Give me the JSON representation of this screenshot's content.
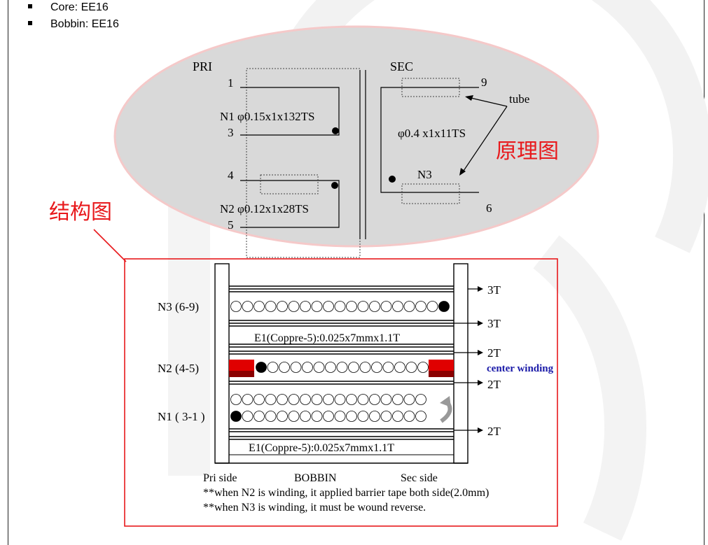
{
  "bullets": [
    "Core: EE16",
    "Bobbin: EE16"
  ],
  "schematic": {
    "pri_label": "PRI",
    "sec_label": "SEC",
    "pin1": "1",
    "pin3": "3",
    "pin4": "4",
    "pin5": "5",
    "pin6": "6",
    "pin9": "9",
    "n1_spec": "N1 φ0.15x1x132TS",
    "n2_spec": "N2 φ0.12x1x28TS",
    "sec_spec": "φ0.4 x1x11TS",
    "n3_label": "N3",
    "tube_label": "tube",
    "annotation": "原理图"
  },
  "structure": {
    "annotation": "结构图",
    "n3_label": "N3 (6-9)",
    "n2_label": "N2 (4-5)",
    "n1_label": "N1 ( 3-1 )",
    "tape_3t_a": "3T",
    "tape_3t_b": "3T",
    "tape_2t_a": "2T",
    "tape_2t_b": "2T",
    "tape_2t_c": "2T",
    "center_winding": "center winding",
    "e1_top": "E1(Coppre-5):0.025x7mmx1.1T",
    "e1_bottom": "E1(Coppre-5):0.025x7mmx1.1T",
    "pri_side": "Pri side",
    "bobbin": "BOBBIN",
    "sec_side": "Sec side",
    "note1": "**when N2 is winding, it applied barrier tape both side(2.0mm)",
    "note2": "**when N3 is winding, it must be wound reverse."
  },
  "colors": {
    "annotation_red": "#e8191c",
    "center_winding_blue": "#1a1aa8",
    "tape_red": "#e00000",
    "ellipse_fill": "#d9d9d9"
  }
}
